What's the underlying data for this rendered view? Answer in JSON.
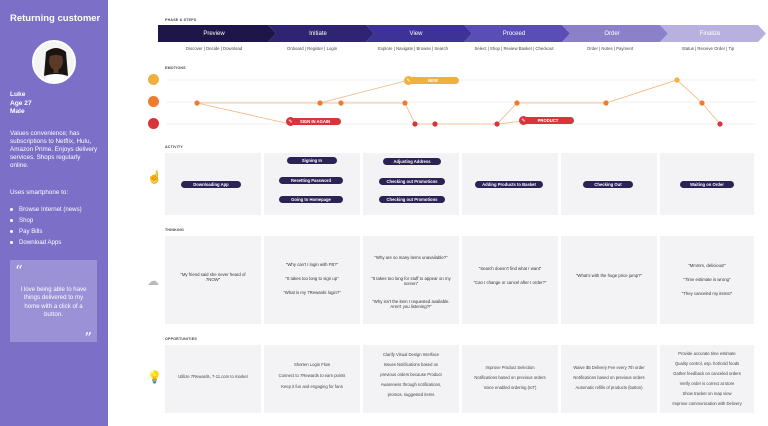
{
  "sidebar": {
    "title": "Returning customer",
    "name": "Luke",
    "age": "Age 27",
    "gender": "Male",
    "bio": "Values convenience; has subscriptions to Netflix, Hulu, Amazon Prime. Enjoys delivery services. Shops regularly online.",
    "uses_title": "Uses smartphone to:",
    "uses": [
      "Browse Internet (news)",
      "Shop",
      "Pay Bills",
      "Download Apps"
    ],
    "quote": "I love being able to have things delivered to my home with a click of a button.",
    "quote_open": "“",
    "quote_close": "”"
  },
  "sections": {
    "phases": "PHASE & STEPS",
    "emotions": "EMOTIONS",
    "activity": "ACTIVITY",
    "thinking": "THINKING",
    "opportunities": "OPPORTUNITIES"
  },
  "phases": [
    {
      "label": "Preview",
      "steps": "Discover | Decide | Download",
      "color": "#1e1548"
    },
    {
      "label": "Initiate",
      "steps": "Onboard | Register | Login",
      "color": "#2f2474"
    },
    {
      "label": "View",
      "steps": "Explore | Navigate | Browse | Search",
      "color": "#3e3298"
    },
    {
      "label": "Proceed",
      "steps": "Select | Shop | Review Basket | Checkout",
      "color": "#5a4db5"
    },
    {
      "label": "Order",
      "steps": "Order | Notes | Payment",
      "color": "#8b81cb"
    },
    {
      "label": "Finalize",
      "steps": "Status | Receive Order | Tip",
      "color": "#b8b1df"
    }
  ],
  "emotions": {
    "tags": [
      {
        "label": "NEW",
        "color": "#f0b040"
      },
      {
        "label": "SIGN IN AGAIN",
        "color": "#d8343a"
      },
      {
        "label": "PRODUCT",
        "color": "#d8343a"
      }
    ],
    "colors": {
      "happy": "#f0b040",
      "neutral": "#ef7b2d",
      "sad": "#d8343a",
      "line": "#f2b47c"
    }
  },
  "activity": [
    [
      "Downloading App"
    ],
    [
      "Signing In",
      "Resetting Password",
      "Going to Homepage"
    ],
    [
      "Adjusting Address",
      "Checking out Promotions",
      "Checking out Promotions"
    ],
    [
      "Adding Products to Basket"
    ],
    [
      "Checking Out"
    ],
    [
      "Waiting on Order"
    ]
  ],
  "thinking": [
    [
      "“My friend said she never heard of 7NOW”"
    ],
    [
      "“Why can't I login with FB?”",
      "“It takes too long to sign up”",
      "“What is my 7Rewards login?”"
    ],
    [
      "“Why are so many items unavailable?”",
      "“It takes too long for stuff to appear on my screen”",
      "“Why isn't the item I requested available. Aren't you listening?!”"
    ],
    [
      "“Search doesn't find what I want”",
      "“Can I change or cancel after I order?”"
    ],
    [
      "“What's with the huge price jump?”"
    ],
    [
      "“Mmmm, delicious!”",
      "“Time estimate is wrong”",
      "“They canceled my items!”"
    ]
  ],
  "opportunities": [
    [
      "Utilize 7Rewards, 7-11.com to market"
    ],
    [
      "Shorten Login Flow",
      "Connect to 7Rewards to earn points",
      "Keep it fun and engaging for fans"
    ],
    [
      "Clarify Visual Design Interface",
      "Issues Notifications based on",
      "previous orders because Product",
      "Awareness through notifications,",
      "promos, suggested items"
    ],
    [
      "Improve Product Selection",
      "Notifications based on previous orders",
      "Voice enabled ordering (IoT)"
    ],
    [
      "Waive $5 Delivery Fee every 7th order",
      "Notifications based on previous orders",
      "Automatic refills of products (button)"
    ],
    [
      "Provide accurate time estimate",
      "Quality control, esp. hot/cold foods",
      "Gather feedback on canceled orders",
      "Verify order is correct at store",
      "Show tracker on map view",
      "Improve communication with Delivery"
    ]
  ]
}
